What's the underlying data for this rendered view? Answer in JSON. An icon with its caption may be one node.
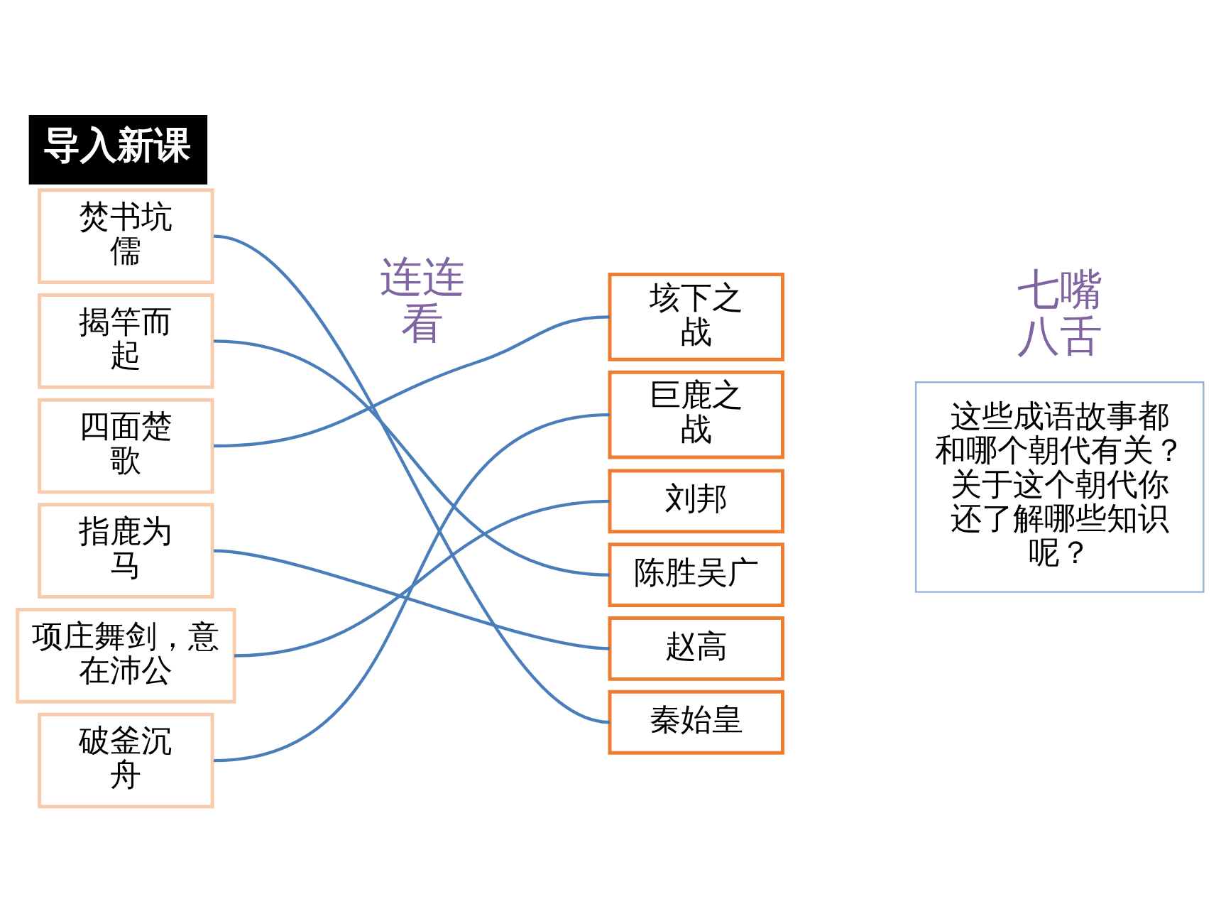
{
  "diagram": {
    "title": "导入新课",
    "nodes": [
      {
        "text": [
          "焚书坑儒"
        ]
      },
      {
        "text": [
          "揭竿而起"
        ]
      },
      {
        "text": [
          "四面楚歌"
        ]
      },
      {
        "text": [
          "指鹿为马"
        ]
      },
      {
        "text": [
          "项庄舞剑，意在沛公"
        ]
      },
      {
        "text": [
          "破釜沉舟"
        ]
      },
      {
        "text": [
          "垓下之战"
        ]
      },
      {
        "text": [
          "巨鹿之战"
        ]
      },
      {
        "text": [
          "刘邦"
        ]
      },
      {
        "text": [
          "陈胜吴广"
        ]
      },
      {
        "text": [
          "赵高"
        ]
      },
      {
        "text": [
          "秦始皇"
        ]
      },
      {
        "text": [
          "这些成语故事都和哪个朝代有关？关于这个朝代你还了解哪些知识呢？"
        ]
      }
    ],
    "edges": [
      {
        "from": 0,
        "to": 11,
        "arrow": "none"
      },
      {
        "from": 1,
        "to": 9,
        "arrow": "none"
      },
      {
        "from": 2,
        "to": 6,
        "arrow": "none"
      },
      {
        "from": 3,
        "to": 10,
        "arrow": "none"
      },
      {
        "from": 4,
        "to": 8,
        "arrow": "none"
      },
      {
        "from": 5,
        "to": 7,
        "arrow": "none"
      }
    ],
    "labels": [
      "连连看",
      "七嘴八舌"
    ]
  }
}
